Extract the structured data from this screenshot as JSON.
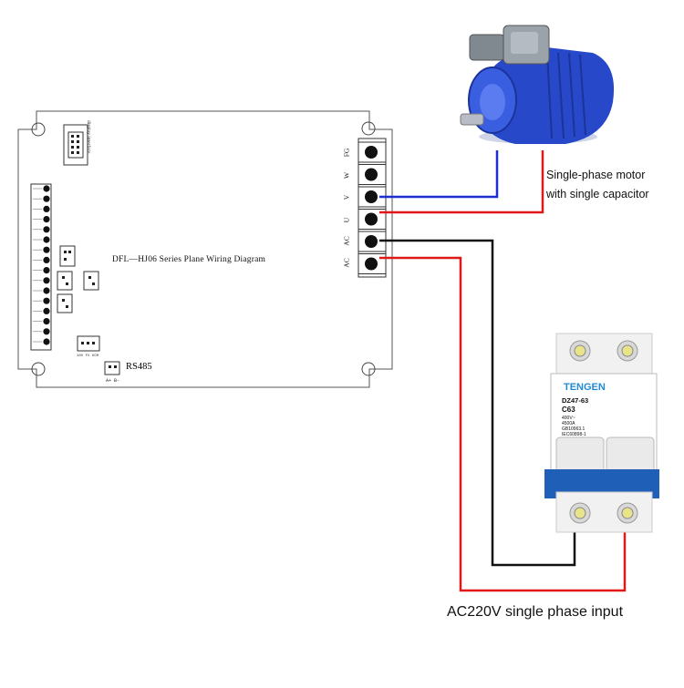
{
  "pcb": {
    "title": "DFL—HJ06 Series Plane Wiring Diagram",
    "display_label": "display interface",
    "rs485_label": "RS485",
    "rs485_sub": "A+ B-",
    "aux_label": "10V FV XCM",
    "terminals": [
      "FG",
      "W",
      "V",
      "U",
      "AC",
      "AC"
    ]
  },
  "motor": {
    "line1": "Single-phase motor",
    "line2": "with single capacitor"
  },
  "breaker": {
    "brand": "TENGEN",
    "model": "DZ47-63",
    "rating": "C63",
    "spec1": "400V~",
    "spec2": "4500A",
    "spec3": "GB10963.1",
    "spec4": "IEC60898-1"
  },
  "input_label": "AC220V single phase input",
  "colors": {
    "wire_blue": "#1a2fd0",
    "wire_red": "#e01818",
    "wire_black": "#111111",
    "motor_blue": "#2748c8",
    "breaker_blue": "#1f5fb8"
  }
}
